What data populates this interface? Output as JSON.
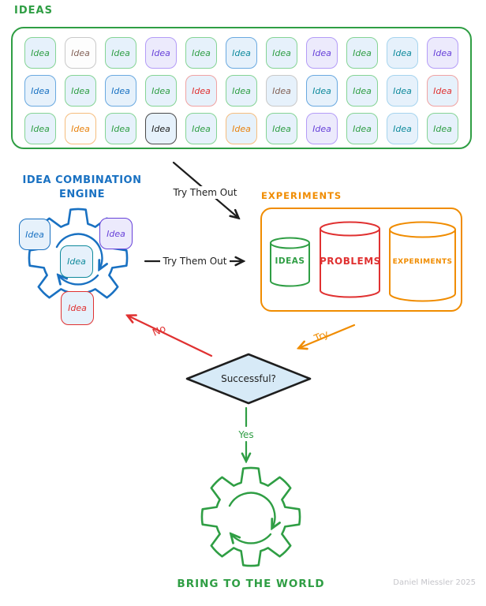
{
  "ideas": {
    "title": "IDEAS",
    "grid": [
      [
        {
          "label": "Idea",
          "t": "green",
          "b": "green",
          "f": "blue"
        },
        {
          "label": "Idea",
          "t": "brown",
          "b": "gray",
          "f": "white"
        },
        {
          "label": "Idea",
          "t": "green",
          "b": "green",
          "f": "blue"
        },
        {
          "label": "Idea",
          "t": "purple",
          "b": "purple",
          "f": "purple"
        },
        {
          "label": "Idea",
          "t": "green",
          "b": "green",
          "f": "blue"
        },
        {
          "label": "Idea",
          "t": "teal",
          "b": "blue",
          "f": "blue"
        },
        {
          "label": "Idea",
          "t": "green",
          "b": "green",
          "f": "blue"
        },
        {
          "label": "Idea",
          "t": "purple",
          "b": "purple",
          "f": "purple"
        },
        {
          "label": "Idea",
          "t": "green",
          "b": "green",
          "f": "blue"
        },
        {
          "label": "Idea",
          "t": "teal",
          "b": "lightblue",
          "f": "blue"
        },
        {
          "label": "Idea",
          "t": "purple",
          "b": "purple",
          "f": "purple"
        }
      ],
      [
        {
          "label": "Idea",
          "t": "blue",
          "b": "blue",
          "f": "blue"
        },
        {
          "label": "Idea",
          "t": "green",
          "b": "green",
          "f": "blue"
        },
        {
          "label": "Idea",
          "t": "blue",
          "b": "blue",
          "f": "blue"
        },
        {
          "label": "Idea",
          "t": "green",
          "b": "green",
          "f": "blue"
        },
        {
          "label": "Idea",
          "t": "red",
          "b": "red",
          "f": "blue"
        },
        {
          "label": "Idea",
          "t": "green",
          "b": "green",
          "f": "blue"
        },
        {
          "label": "Idea",
          "t": "brown",
          "b": "gray",
          "f": "blue"
        },
        {
          "label": "Idea",
          "t": "teal",
          "b": "blue",
          "f": "blue"
        },
        {
          "label": "Idea",
          "t": "green",
          "b": "green",
          "f": "blue"
        },
        {
          "label": "Idea",
          "t": "teal",
          "b": "lightblue",
          "f": "blue"
        },
        {
          "label": "Idea",
          "t": "red",
          "b": "red",
          "f": "blue"
        }
      ],
      [
        {
          "label": "Idea",
          "t": "green",
          "b": "green",
          "f": "blue"
        },
        {
          "label": "Idea",
          "t": "orange",
          "b": "orange",
          "f": "white"
        },
        {
          "label": "Idea",
          "t": "green",
          "b": "green",
          "f": "blue"
        },
        {
          "label": "Idea",
          "t": "black",
          "b": "black",
          "f": "blue"
        },
        {
          "label": "Idea",
          "t": "green",
          "b": "green",
          "f": "blue"
        },
        {
          "label": "Idea",
          "t": "orange",
          "b": "orange",
          "f": "blue"
        },
        {
          "label": "Idea",
          "t": "green",
          "b": "green",
          "f": "blue"
        },
        {
          "label": "Idea",
          "t": "purple",
          "b": "purple",
          "f": "purple"
        },
        {
          "label": "Idea",
          "t": "green",
          "b": "green",
          "f": "blue"
        },
        {
          "label": "Idea",
          "t": "teal",
          "b": "lightblue",
          "f": "blue"
        },
        {
          "label": "Idea",
          "t": "green",
          "b": "green",
          "f": "blue"
        }
      ]
    ]
  },
  "engine": {
    "title_line1": "IDEA COMBINATION",
    "title_line2": "ENGINE",
    "boxes": [
      {
        "label": "Idea",
        "color": "blue"
      },
      {
        "label": "Idea",
        "color": "purple"
      },
      {
        "label": "Idea",
        "color": "teal"
      },
      {
        "label": "Idea",
        "color": "red"
      }
    ]
  },
  "flow": {
    "diagonal_label": "Try Them Out",
    "horizontal_label": "Try Them Out",
    "no_label": "No",
    "try_label": "Try",
    "yes_label": "Yes"
  },
  "experiments": {
    "title": "EXPERIMENTS",
    "cylinders": [
      {
        "label": "IDEAS",
        "color": "green"
      },
      {
        "label": "PROBLEMS",
        "color": "red"
      },
      {
        "label": "EXPERIMENTS",
        "color": "orange"
      }
    ]
  },
  "decision": {
    "question": "Successful?"
  },
  "outcome": {
    "title": "BRING TO THE WORLD"
  },
  "watermark": "Daniel Miessler 2025",
  "palette": {
    "green": "#2f9e44",
    "blue": "#1971c2",
    "orange": "#f08c00",
    "red": "#e03131",
    "purple": "#6741d9",
    "teal": "#0e8a9c",
    "ink": "#1e1e1e"
  }
}
